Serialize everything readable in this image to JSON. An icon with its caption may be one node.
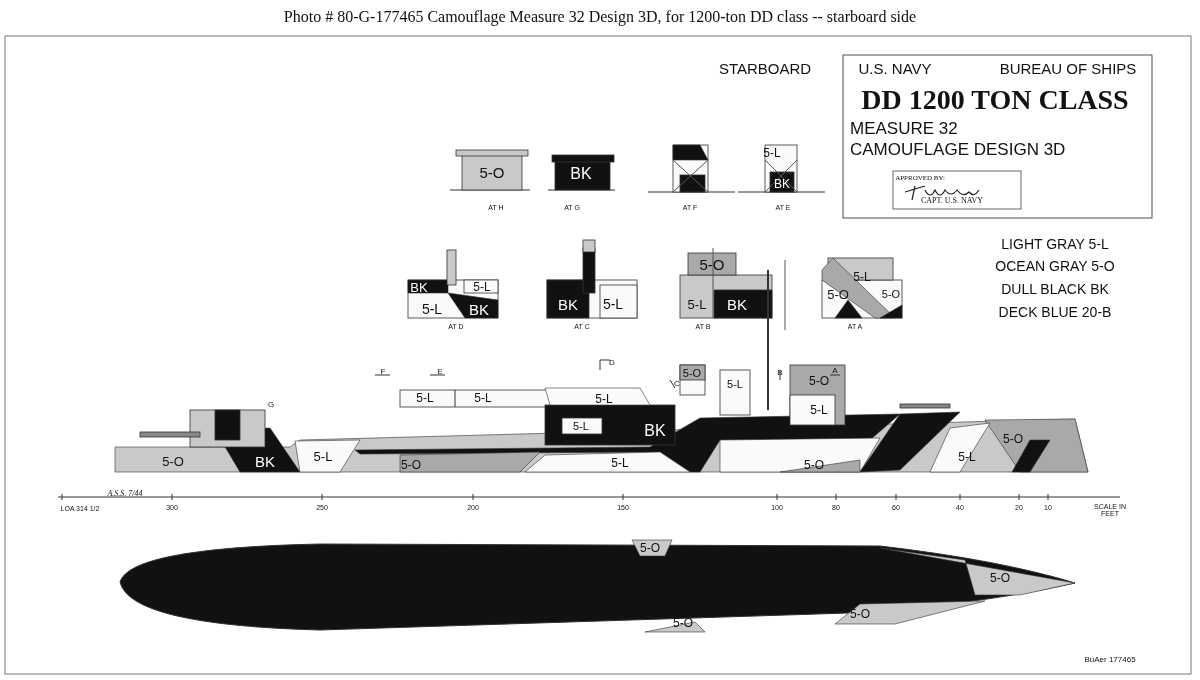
{
  "diagram": {
    "title": "Photo #  80-G-177465     Camouflage Measure 32 Design 3D, for 1200-ton DD class -- starboard side",
    "labels": [
      "STARBOARD",
      "U.S. NAVY",
      "BUREAU OF SHIPS",
      "DD 1200 TON CLASS",
      "MEASURE 32",
      "CAMOUFLAGE DESIGN 3D",
      "APPROVED BY:",
      "CAPT. U.S. NAVY",
      "LIGHT GRAY 5-L",
      "OCEAN GRAY 5-O",
      "DULL BLACK BK",
      "DECK BLUE 20-B",
      "5-O",
      "BK",
      "AT H",
      "AT G",
      "AT F",
      "5-L",
      "BK",
      "AT E",
      "BK",
      "5-L",
      "5-L",
      "BK",
      "AT D",
      "BK",
      "5-L",
      "AT C",
      "5-O",
      "5-L",
      "BK",
      "AT B",
      "5-L",
      "5-O",
      "5-O",
      "AT A",
      "F",
      "E",
      "D",
      "C",
      "B",
      "A",
      "G",
      "5-L",
      "5-L",
      "5-L",
      "5-O",
      "5-L",
      "5-O",
      "5-L",
      "BK",
      "5-L",
      "5-O",
      "BK",
      "5-L",
      "5-O",
      "5-L",
      "5-O",
      "5-L",
      "5-O",
      "A.S.S. 7/44",
      "LOA 314 1/2",
      "300",
      "250",
      "200",
      "150",
      "100",
      "80",
      "60",
      "40",
      "20",
      "10",
      "SCALE IN FEET",
      "5-O",
      "5-O",
      "5-O",
      "5-O",
      "BuAer 177465"
    ]
  }
}
